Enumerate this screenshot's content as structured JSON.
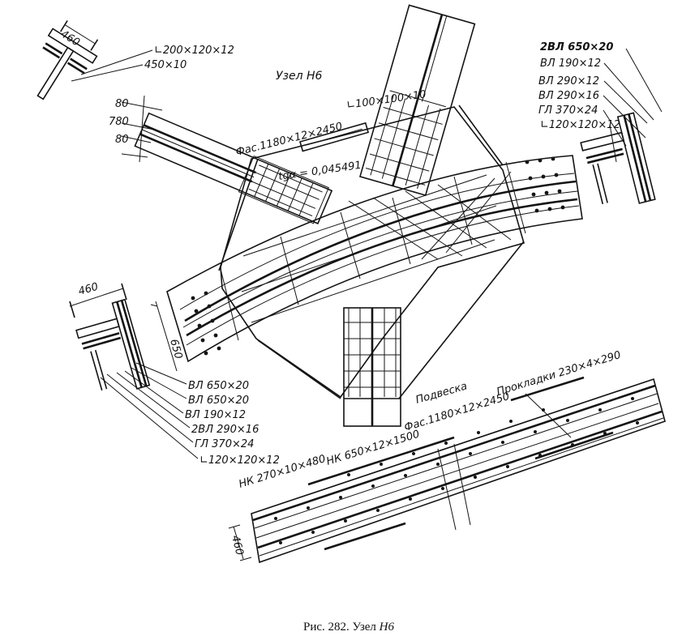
{
  "drawing": {
    "node_title": "Узел Н6",
    "caption_prefix": "Рис. 282. Узел ",
    "caption_node": "Н6",
    "top_left_section": {
      "dim_width": "460",
      "label_angle": "∟200×120×12",
      "label_plate": "450×10"
    },
    "left_member": {
      "dims": [
        "80",
        "780",
        "80"
      ],
      "label_plate": "Фас.1180×12×2450",
      "label_angle": "∟100×100×10",
      "label_slope": "tgα = 0,045491"
    },
    "right_section": {
      "labels": [
        "2ВЛ 650×20",
        "ВЛ 190×12",
        "ВЛ 290×12",
        "ВЛ 290×16",
        "ГЛ 370×24",
        "∟120×120×12"
      ]
    },
    "left_section": {
      "dim_width": "460",
      "dim_height": "650",
      "labels": [
        "ВЛ 650×20",
        "ВЛ 650×20",
        "ВЛ 190×12",
        "2ВЛ 290×16",
        "ГЛ 370×24",
        "∟120×120×12"
      ]
    },
    "bottom_view": {
      "label_hanger": "Подвеска",
      "label_facing": "Фас.1180×12×2450",
      "label_shims": "Прокладки 230×4×290",
      "label_nk1": "НК 650×12×1500",
      "label_nk2": "НК 270×10×480",
      "dim_width": "460"
    }
  },
  "colors": {
    "ink": "#141414",
    "paper": "#ffffff"
  },
  "icons": []
}
